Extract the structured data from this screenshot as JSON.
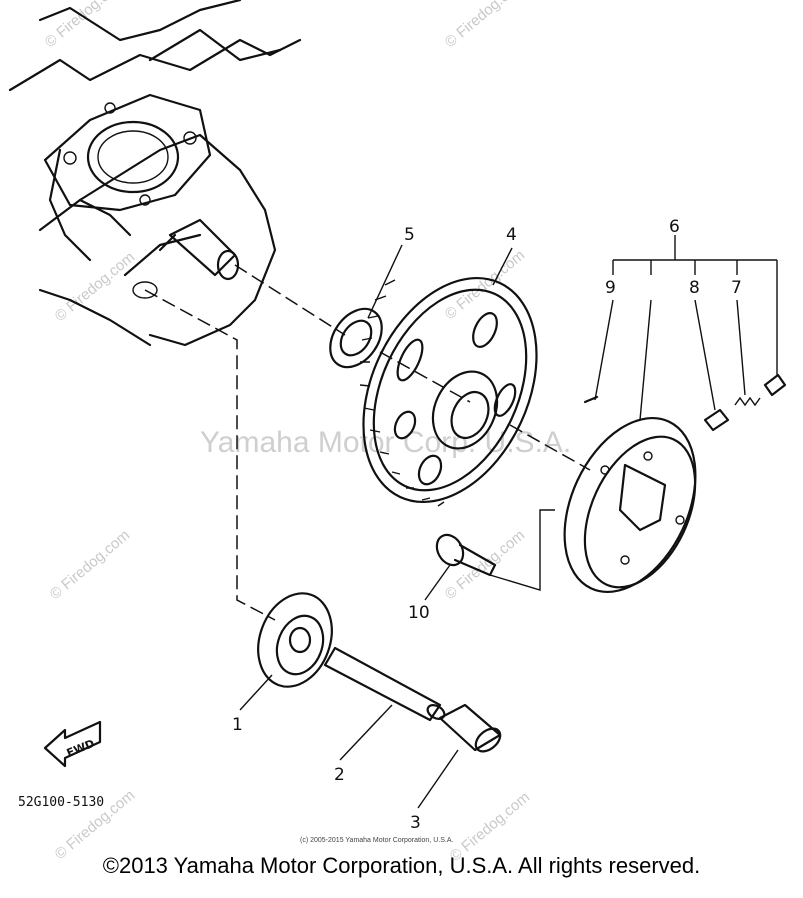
{
  "watermarks": {
    "center_text": "Yamaha Motor Corp. U.S.A.",
    "site_text": "© Firedog.com",
    "small_copyright": "(c) 2005-2015 Yamaha Motor Corporation, U.S.A."
  },
  "drawing": {
    "code": "52G100-5130",
    "fwd_label": "FWD"
  },
  "callouts": [
    "1",
    "2",
    "3",
    "4",
    "5",
    "6",
    "7",
    "8",
    "9",
    "10"
  ],
  "footer": {
    "copyright": "©2013 Yamaha Motor Corporation, U.S.A. All rights reserved."
  }
}
